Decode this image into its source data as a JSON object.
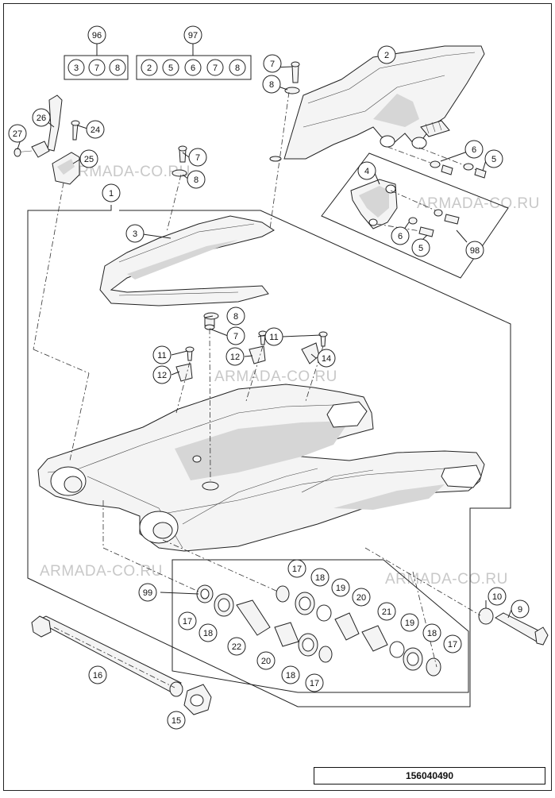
{
  "callouts": {
    "c1": "1",
    "c2": "2",
    "c3": "3",
    "c4": "4",
    "c5a": "5",
    "c5b": "5",
    "c6a": "6",
    "c6b": "6",
    "c7a": "7",
    "c7b": "7",
    "c7c": "7",
    "c8a": "8",
    "c8b": "8",
    "c8c": "8",
    "c9": "9",
    "c10": "10",
    "c11a": "11",
    "c11b": "11",
    "c12a": "12",
    "c12b": "12",
    "c14": "14",
    "c15": "15",
    "c16": "16",
    "c17a": "17",
    "c17b": "17",
    "c17c": "17",
    "c17d": "17",
    "c18a": "18",
    "c18b": "18",
    "c18c": "18",
    "c18d": "18",
    "c19a": "19",
    "c19b": "19",
    "c20a": "20",
    "c20b": "20",
    "c21": "21",
    "c22": "22",
    "c24": "24",
    "c25": "25",
    "c26": "26",
    "c27": "27",
    "c96": "96",
    "c97": "97",
    "c98": "98",
    "c99": "99"
  },
  "kits": {
    "kit96": {
      "label": "96",
      "items": [
        "3",
        "7",
        "8"
      ]
    },
    "kit97": {
      "label": "97",
      "items": [
        "2",
        "5",
        "6",
        "7",
        "8"
      ]
    }
  },
  "watermark": "ARMADA-CO.RU",
  "drawing_number": "156040490",
  "colors": {
    "line": "#222222",
    "watermark": "#c8c8c8"
  }
}
